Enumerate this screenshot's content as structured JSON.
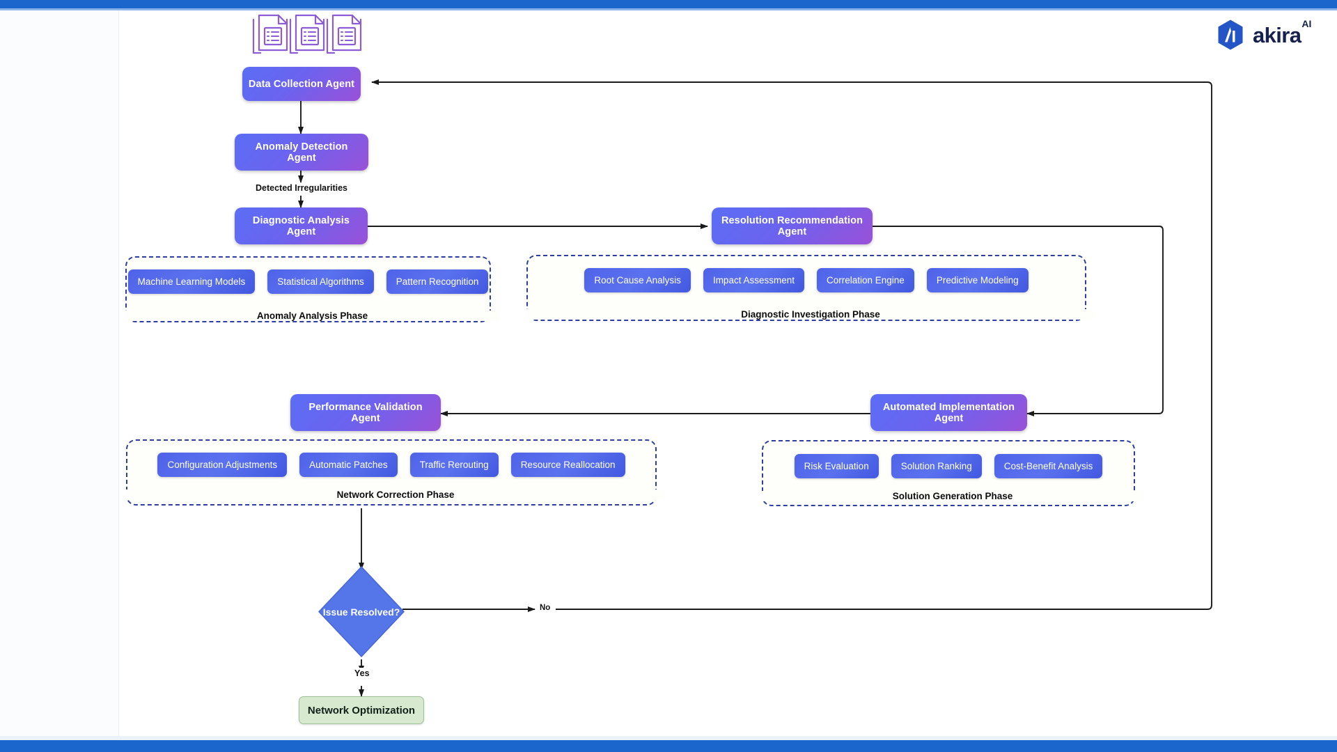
{
  "brand": {
    "name": "akira",
    "superscript": "AI",
    "hex": "#2355c6",
    "wordmark_hex": "#17214d"
  },
  "theme": {
    "topbar_hex": "#1a66cc",
    "agent_gradient_from": "#5b6ef5",
    "agent_gradient_to": "#9a51d8",
    "chip_hex": "#4f63e8",
    "decision_hex": "#5576e8",
    "terminal_hex": "#d7ead0",
    "phase_border_hex": "#2d3e9e"
  },
  "icons": {
    "documents": [
      "document-icon-1",
      "document-icon-2",
      "document-icon-3"
    ]
  },
  "nodes": {
    "data_collection": "Data Collection Agent",
    "anomaly_detection": "Anomaly Detection Agent",
    "diagnostic_analysis": "Diagnostic Analysis Agent",
    "resolution_recommendation": "Resolution Recommendation Agent",
    "automated_implementation": "Automated Implementation Agent",
    "performance_validation": "Performance Validation Agent",
    "decision": "Issue Resolved?",
    "terminal": "Network Optimization"
  },
  "edge_labels": {
    "detected_irregularities": "Detected Irregularities",
    "yes": "Yes",
    "no": "No"
  },
  "phases": [
    {
      "id": "anomaly-analysis-phase",
      "label": "Anomaly Analysis Phase",
      "items": [
        "Machine Learning Models",
        "Statistical Algorithms",
        "Pattern Recognition"
      ]
    },
    {
      "id": "diagnostic-investigation-phase",
      "label": "Diagnostic Investigation Phase",
      "items": [
        "Root Cause Analysis",
        "Impact Assessment",
        "Correlation Engine",
        "Predictive Modeling"
      ]
    },
    {
      "id": "network-correction-phase",
      "label": "Network Correction Phase",
      "items": [
        "Configuration Adjustments",
        "Automatic Patches",
        "Traffic Rerouting",
        "Resource Reallocation"
      ]
    },
    {
      "id": "solution-generation-phase",
      "label": "Solution Generation Phase",
      "items": [
        "Risk Evaluation",
        "Solution Ranking",
        "Cost-Benefit Analysis"
      ]
    }
  ]
}
